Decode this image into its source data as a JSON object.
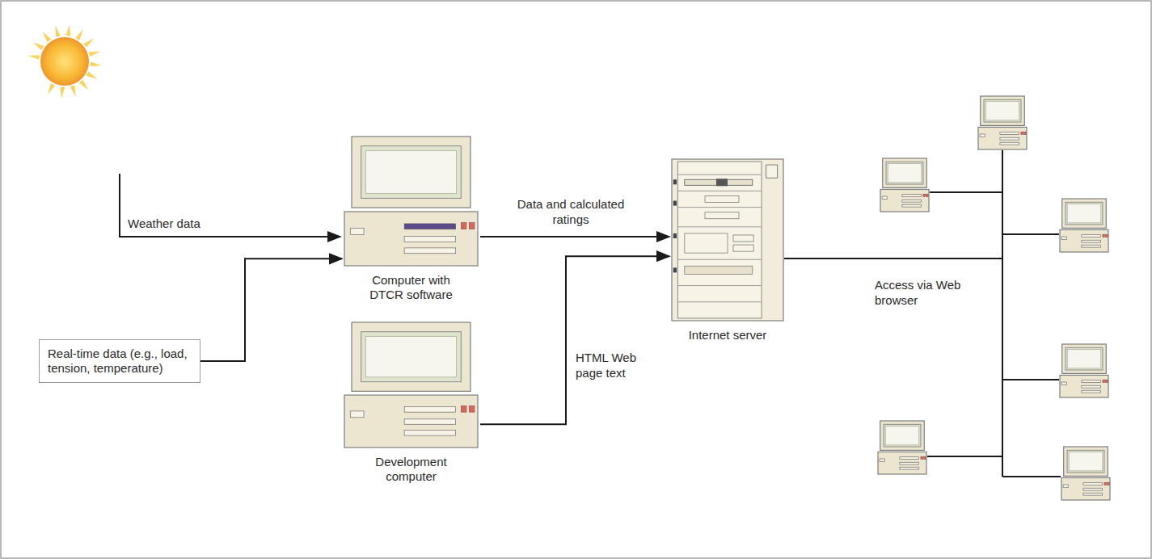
{
  "diagram": {
    "nodes": [
      {
        "text": [
          "Real-time data (e.g., load, tension, temperature)"
        ]
      },
      {
        "text": [
          "Computer with DTCR software"
        ]
      },
      {
        "text": [
          "Development computer"
        ]
      },
      {
        "text": [
          "Internet server"
        ]
      }
    ],
    "edges": [
      {
        "from": 0,
        "to": 1,
        "arrow": "to"
      },
      {
        "from": 1,
        "to": 3,
        "label": "Data and calculated ratings",
        "arrow": "to"
      },
      {
        "from": 2,
        "to": 3,
        "label": "HTML Web page text",
        "arrow": "to"
      }
    ],
    "labels": [
      "Weather data",
      "Access via Web browser"
    ]
  }
}
